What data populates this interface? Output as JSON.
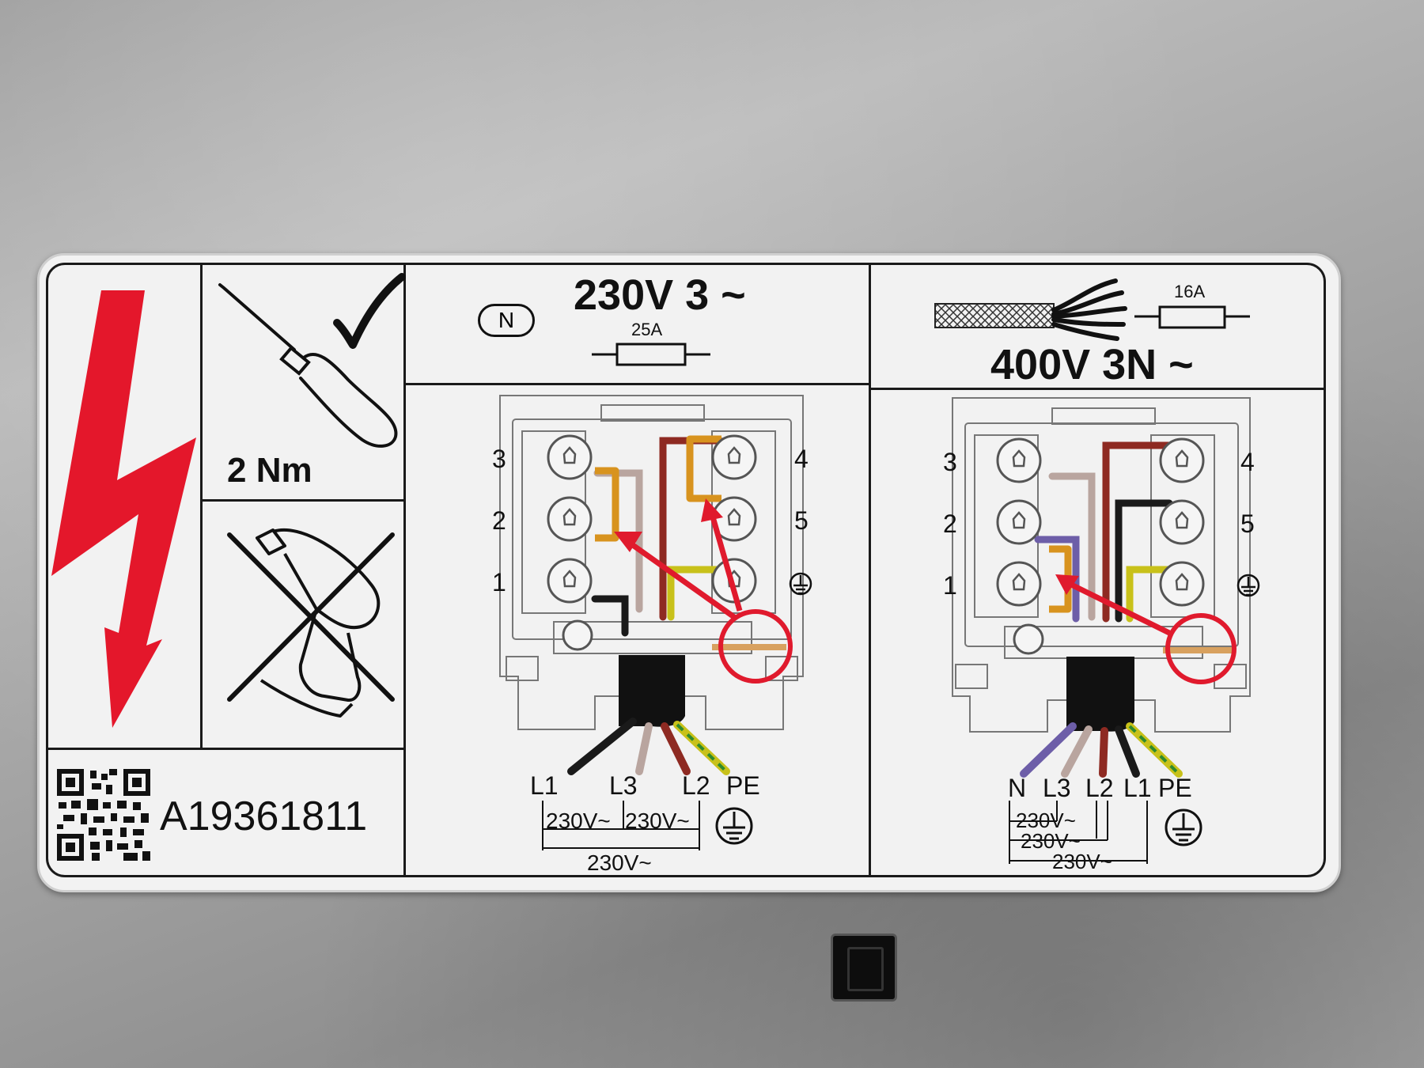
{
  "panel_230": {
    "title": "230V 3 ~",
    "neutral_label": "N",
    "fuse_rating": "25A",
    "terminal_numbers": [
      "3",
      "2",
      "1",
      "4",
      "5"
    ],
    "wire_labels": [
      "L1",
      "L3",
      "L2",
      "PE"
    ],
    "voltages": [
      "230V~",
      "230V~",
      "230V~"
    ]
  },
  "panel_400": {
    "title": "400V 3N ~",
    "fuse_rating": "16A",
    "terminal_numbers": [
      "3",
      "2",
      "1",
      "4",
      "5"
    ],
    "wire_labels": [
      "N",
      "L3",
      "L2",
      "L1",
      "PE"
    ],
    "voltages": [
      "230V~",
      "230V~",
      "230V~"
    ]
  },
  "tools": {
    "torque": "2 Nm"
  },
  "product_code": "A19361811",
  "colors": {
    "lightning": "#e4172b",
    "marker_red": "#e01a2d",
    "wire_black": "#1a1a1a",
    "wire_brown": "#8e2a22",
    "wire_grey": "#b9a59f",
    "wire_yellow_green": "#c8c11a",
    "wire_blue": "#6d5ea8",
    "bridge_orange": "#d8931e"
  },
  "icons": [
    "lightning-warning-icon",
    "screwdriver-icon",
    "check-mark-icon",
    "drill-crossed-icon",
    "qr-code-icon",
    "neutral-symbol-icon",
    "fuse-icon",
    "ground-symbol-icon",
    "cable-icon"
  ]
}
